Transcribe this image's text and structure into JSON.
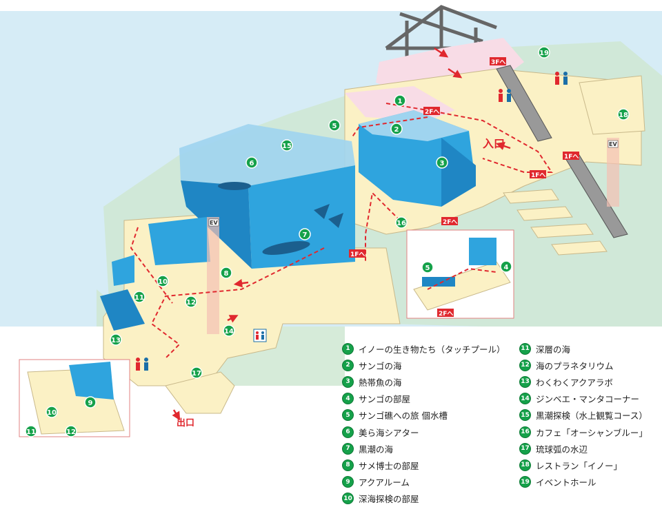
{
  "colors": {
    "water": "#d6ecf6",
    "floor": "#fbf1c5",
    "tank": "#2fa4de",
    "tank_dark": "#1b6fa8",
    "route": "#e0282e",
    "badge": "#15a14a",
    "outline": "#e08080"
  },
  "signs": {
    "entrance": "入口",
    "exit": "出口",
    "to_3f": "3Fへ",
    "to_2f_top": "2Fへ",
    "to_1f_right": "1Fへ",
    "to_1f_escalator": "1Fへ",
    "to_2f_bottom": "2Fへ",
    "to_1f_center": "1Fへ",
    "to_2f_inset": "2Fへ",
    "ev_left": "EV",
    "ev_right": "EV"
  },
  "markers": [
    {
      "n": "1"
    },
    {
      "n": "2"
    },
    {
      "n": "3"
    },
    {
      "n": "4"
    },
    {
      "n": "5"
    },
    {
      "n": "5"
    },
    {
      "n": "6"
    },
    {
      "n": "7"
    },
    {
      "n": "8"
    },
    {
      "n": "9"
    },
    {
      "n": "10"
    },
    {
      "n": "10"
    },
    {
      "n": "11"
    },
    {
      "n": "11"
    },
    {
      "n": "12"
    },
    {
      "n": "12"
    },
    {
      "n": "13"
    },
    {
      "n": "14"
    },
    {
      "n": "15"
    },
    {
      "n": "16"
    },
    {
      "n": "17"
    },
    {
      "n": "18"
    },
    {
      "n": "19"
    }
  ],
  "legend_left": [
    {
      "n": "1",
      "label": "イノーの生き物たち（タッチプール）"
    },
    {
      "n": "2",
      "label": "サンゴの海"
    },
    {
      "n": "3",
      "label": "熱帯魚の海"
    },
    {
      "n": "4",
      "label": "サンゴの部屋"
    },
    {
      "n": "5",
      "label": "サンゴ礁への旅 個水槽"
    },
    {
      "n": "6",
      "label": "美ら海シアター"
    },
    {
      "n": "7",
      "label": "黒潮の海"
    },
    {
      "n": "8",
      "label": "サメ博士の部屋"
    },
    {
      "n": "9",
      "label": "アクアルーム"
    },
    {
      "n": "10",
      "label": "深海探検の部屋"
    }
  ],
  "legend_right": [
    {
      "n": "11",
      "label": "深層の海"
    },
    {
      "n": "12",
      "label": "海のプラネタリウム"
    },
    {
      "n": "13",
      "label": "わくわくアクアラボ"
    },
    {
      "n": "14",
      "label": "ジンベエ・マンタコーナー"
    },
    {
      "n": "15",
      "label": "黒潮探検（水上観覧コース）"
    },
    {
      "n": "16",
      "label": "カフェ「オーシャンブルー」"
    },
    {
      "n": "17",
      "label": "琉球弧の水辺"
    },
    {
      "n": "18",
      "label": "レストラン「イノー」"
    },
    {
      "n": "19",
      "label": "イベントホール"
    }
  ]
}
